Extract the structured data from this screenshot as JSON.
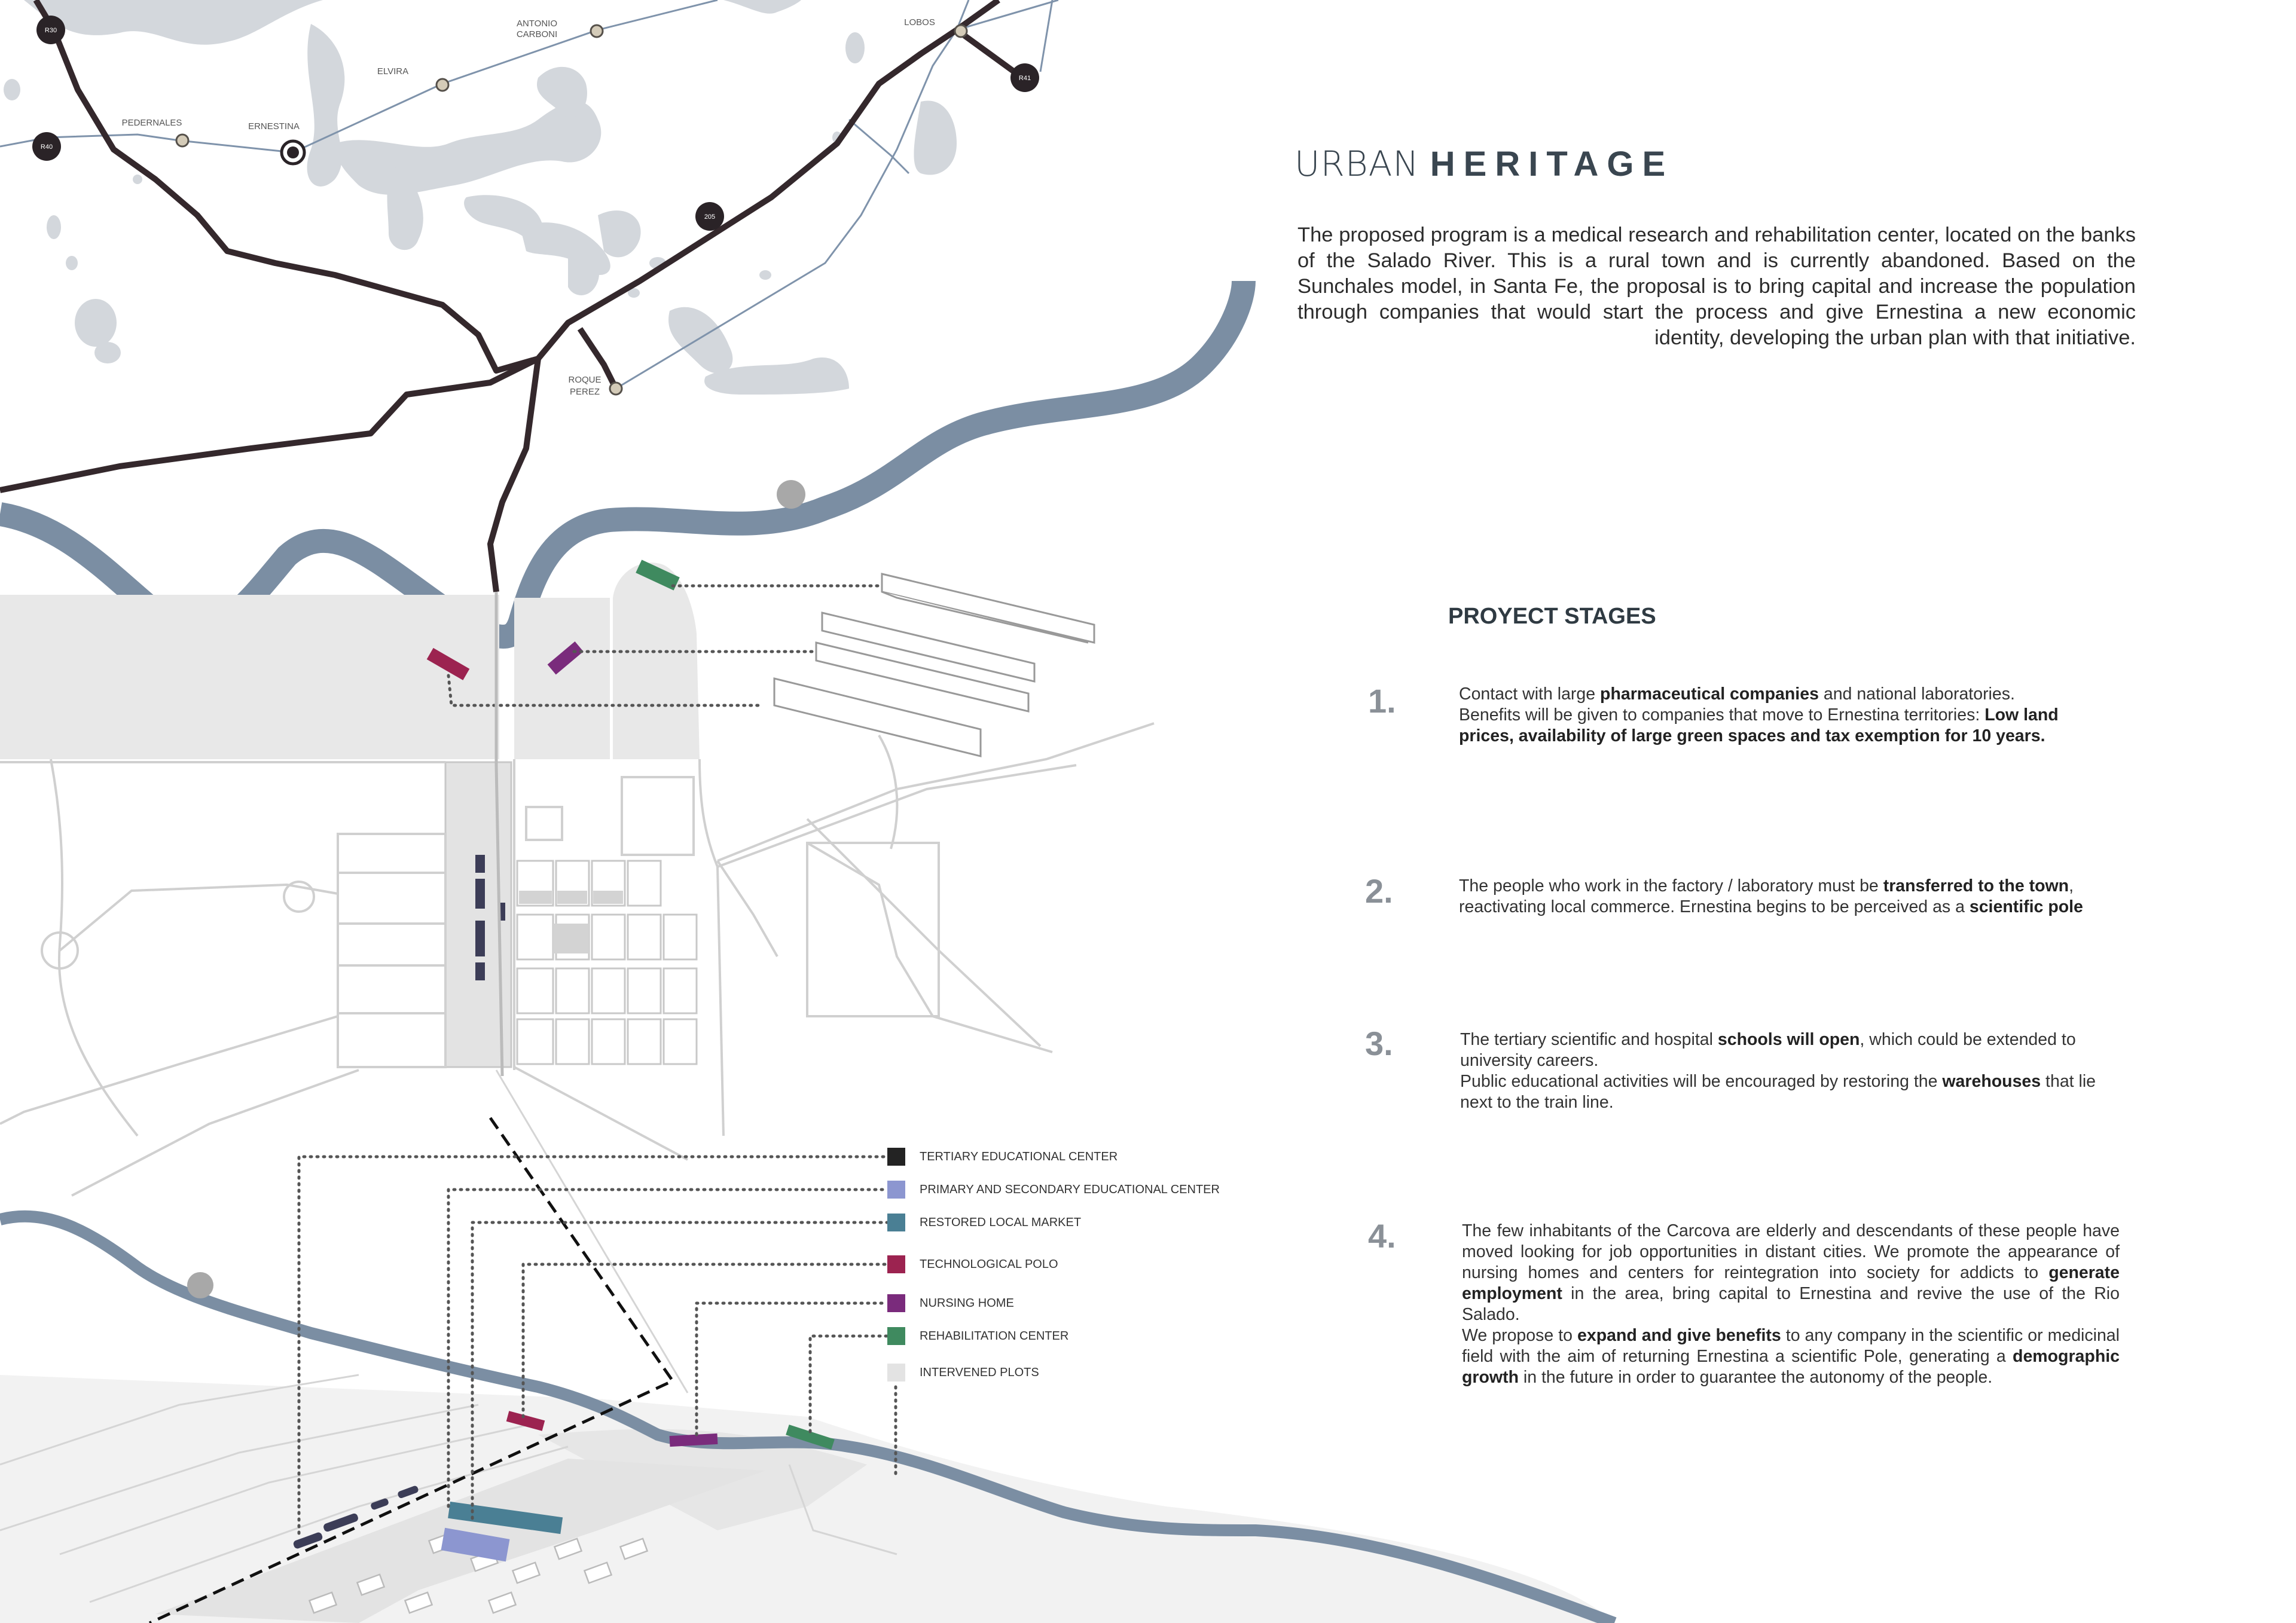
{
  "title": {
    "light": "URBAN",
    "bold": "HERITAGE"
  },
  "intro": "The proposed program is a medical research and rehabilitation center, located on the banks of the Salado River. This is a rural town and is currently abandoned. Based on the Sunchales model, in Santa Fe, the proposal is to bring capital and increase the population through companies that would start the process and give Ernestina a new economic identity, developing the urban plan with that initiative.",
  "stages_heading": "PROYECT STAGES",
  "stages": [
    {
      "number": "1.",
      "lines": [
        {
          "t": "Contact with large "
        },
        {
          "b": "pharmaceutical companies"
        },
        {
          "t": " and national laboratories."
        },
        {
          "br": true
        },
        {
          "t": "Benefits will be given to companies that move to Ernestina territories: "
        },
        {
          "b": "Low land prices, availability of large green spaces and tax exemption for 10 years."
        }
      ]
    },
    {
      "number": "2.",
      "lines": [
        {
          "t": "The people who work in the factory / laboratory must be "
        },
        {
          "b": "transferred to the town"
        },
        {
          "t": ", reactivating local commerce. Ernestina begins to be perceived as a "
        },
        {
          "b": "scientific pole"
        }
      ]
    },
    {
      "number": "3.",
      "lines": [
        {
          "t": "The tertiary scientific and hospital "
        },
        {
          "b": "schools will open"
        },
        {
          "t": ", which could be extended to university careers."
        },
        {
          "br": true
        },
        {
          "t": "Public educational activities will be encouraged by restoring the "
        },
        {
          "b": "warehouses"
        },
        {
          "t": " that lie next to the train line."
        }
      ]
    },
    {
      "number": "4.",
      "lines": [
        {
          "t": "The few inhabitants of the Carcova are elderly and descendants of these people have moved looking for job opportunities in distant cities. We promote the appearance of nursing homes and centers for reintegration into society for addicts to "
        },
        {
          "b": "generate employment"
        },
        {
          "t": " in the area, bring capital to Ernestina and revive the use of the Rio Salado."
        },
        {
          "br": true
        },
        {
          "t": "We propose to "
        },
        {
          "b": "expand and give benefits"
        },
        {
          "t": " to any company in the scientific or medicinal field with the aim of returning Ernestina a scientific Pole,  generating a "
        },
        {
          "b": "demographic growth"
        },
        {
          "t": " in the future in order to guarantee the autonomy of the people."
        }
      ]
    }
  ],
  "legend": [
    {
      "label": "TERTIARY EDUCATIONAL CENTER",
      "color": "#232323"
    },
    {
      "label": "PRIMARY AND SECONDARY EDUCATIONAL CENTER",
      "color": "#8c96d0"
    },
    {
      "label": "RESTORED LOCAL MARKET",
      "color": "#4a7f94"
    },
    {
      "label": "TECHNOLOGICAL POLO",
      "color": "#9c2350"
    },
    {
      "label": "NURSING HOME",
      "color": "#7a2b7c"
    },
    {
      "label": "REHABILITATION CENTER",
      "color": "#3f8a5f"
    },
    {
      "label": "INTERVENED PLOTS",
      "color": "#e3e3e3"
    }
  ],
  "places": {
    "antonio_carboni_1": "ANTONIO",
    "antonio_carboni_2": "CARBONI",
    "lobos": "LOBOS",
    "elvira": "ELVIRA",
    "pedernales": "PEDERNALES",
    "ernestina": "ERNESTINA",
    "roque_perez_1": "ROQUE",
    "roque_perez_2": "PEREZ"
  },
  "routes": {
    "r30": "R30",
    "r40": "R40",
    "r41": "R41",
    "r205": "205"
  },
  "colors": {
    "river": "#7b8ea3",
    "water": "#d3d7dc",
    "road": "#34282c",
    "rail": "#7f93ab",
    "plot": "#e8e8e8",
    "block_line": "#c8c8c8"
  }
}
